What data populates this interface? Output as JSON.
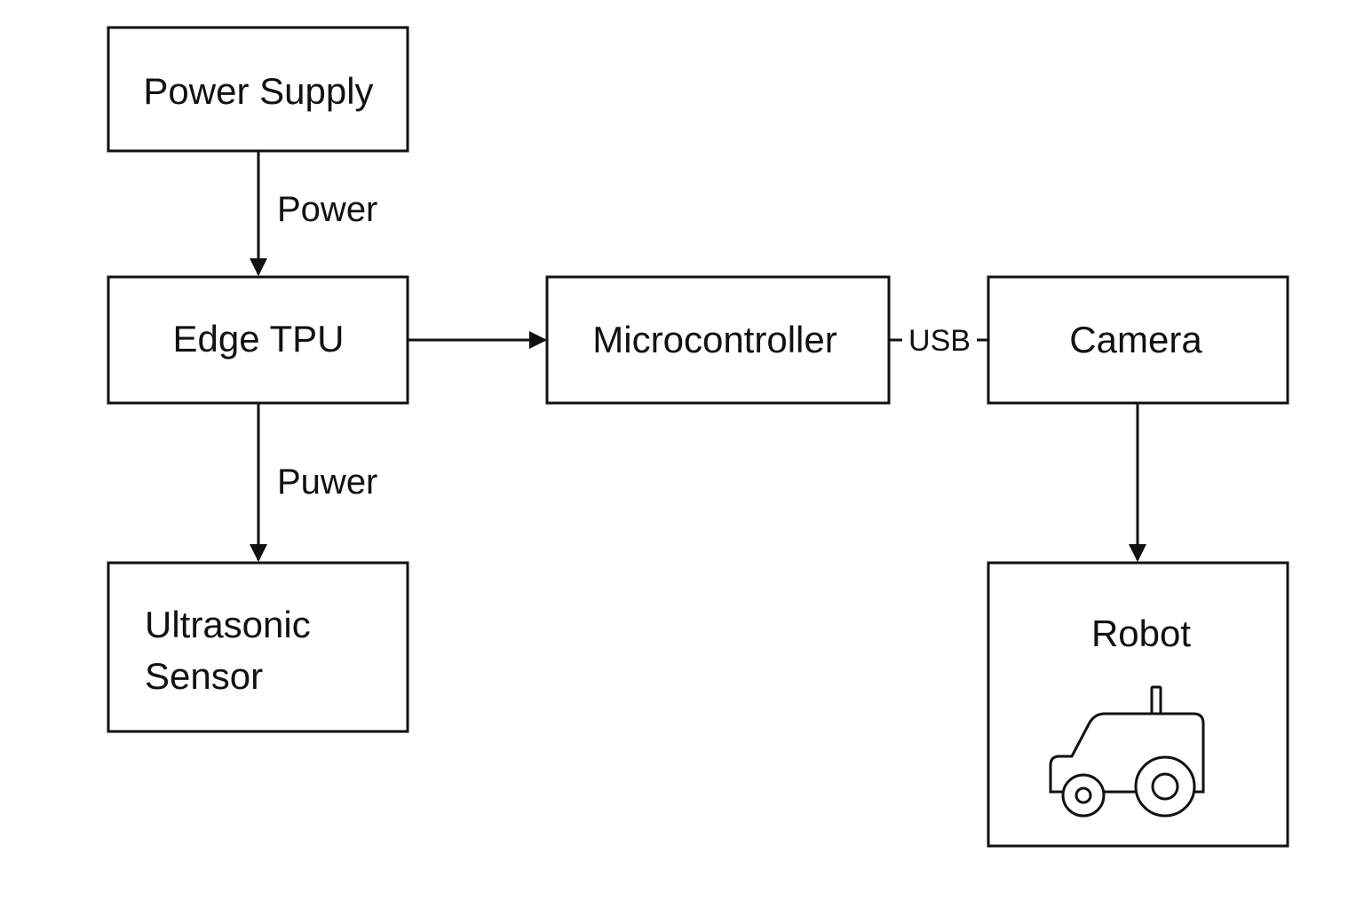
{
  "nodes": {
    "power_supply": {
      "label": "Power Supply"
    },
    "edge_tpu": {
      "label": "Edge TPU"
    },
    "microcontroller": {
      "label": "Microcontroller"
    },
    "camera": {
      "label": "Camera"
    },
    "ultrasonic_sensor": {
      "label_line1": "Ultrasonic",
      "label_line2": "Sensor"
    },
    "robot": {
      "label": "Robot",
      "icon": "robot-vehicle-icon"
    }
  },
  "edges": [
    {
      "from": "Power Supply",
      "to": "Edge TPU",
      "label": "Power",
      "arrow": true
    },
    {
      "from": "Edge TPU",
      "to": "Microcontroller",
      "label": "",
      "arrow": true
    },
    {
      "from": "Microcontroller",
      "to": "Camera",
      "label": "USB",
      "arrow": false
    },
    {
      "from": "Edge TPU",
      "to": "Ultrasonic Sensor",
      "label": "Puwer",
      "arrow": true
    },
    {
      "from": "Camera",
      "to": "Robot",
      "label": "",
      "arrow": true
    }
  ],
  "edge_labels": {
    "power": "Power",
    "puwer": "Puwer",
    "usb": "USB"
  },
  "colors": {
    "stroke": "#111111",
    "background": "#ffffff"
  }
}
